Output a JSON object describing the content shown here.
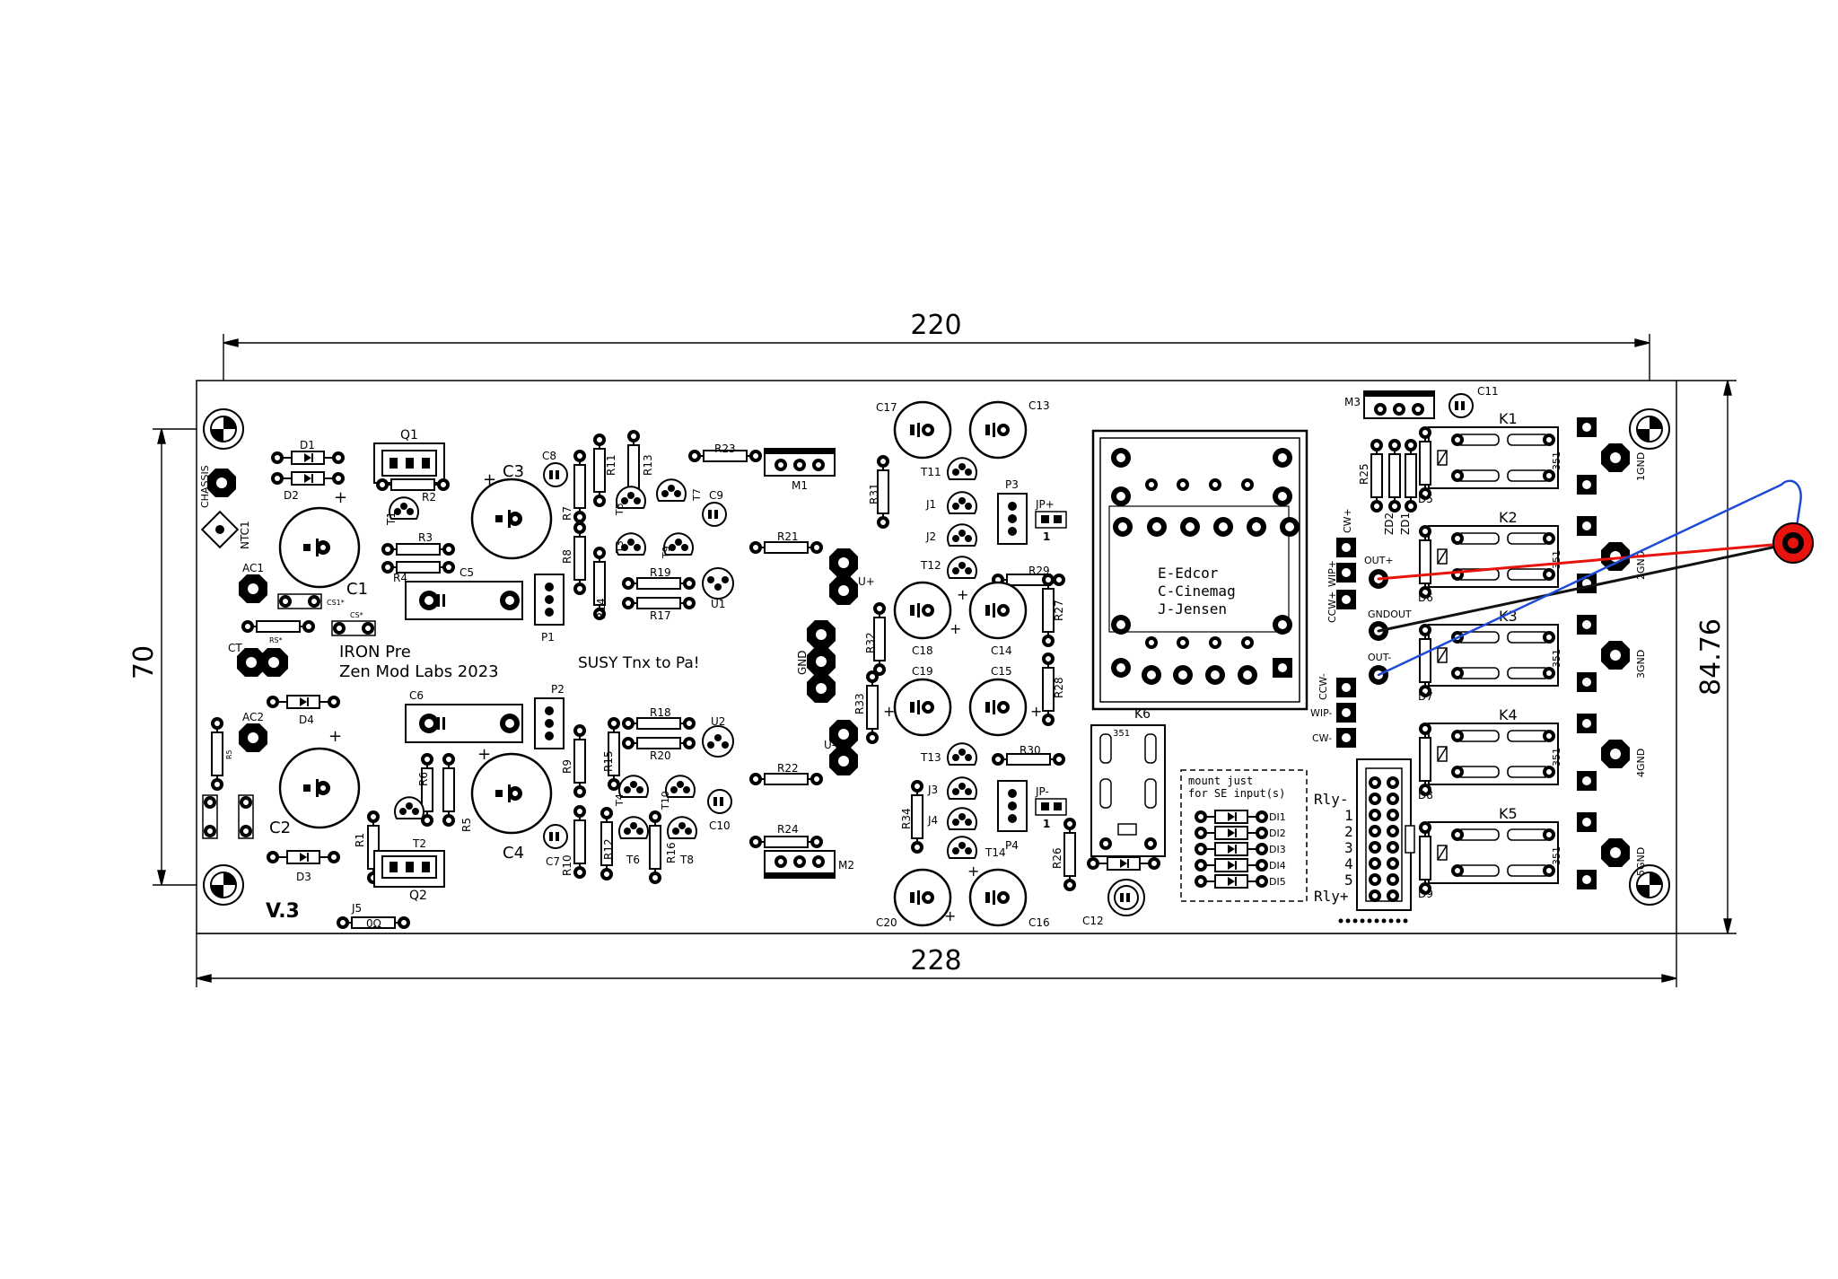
{
  "dimensions": {
    "top_width": "220",
    "bottom_width": "228",
    "left_height": "70",
    "right_height": "84.76"
  },
  "board_text": {
    "title_line1": "IRON Pre",
    "title_line2": "Zen Mod Labs 2023",
    "thanks": "SUSY Tnx to Pa!",
    "version": "V.3",
    "transformer_legend": [
      "E-Edcor",
      "C-Cinemag",
      "J-Jensen"
    ],
    "se_note_line1": "mount just",
    "se_note_line2": "for SE input(s)"
  },
  "labels": {
    "chassis": "CHASSIS",
    "ntc1": "NTC1",
    "ac1": "AC1",
    "ac2": "AC2",
    "ct": "CT",
    "d1": "D1",
    "d2": "D2",
    "d3": "D3",
    "d4": "D4",
    "q1": "Q1",
    "q2": "Q2",
    "t1": "T1",
    "t2": "T2",
    "r1": "R1",
    "r2": "R2",
    "r3": "R3",
    "r4": "R4",
    "r5": "R5",
    "r6": "R6",
    "c1": "C1",
    "c2": "C2",
    "c3": "C3",
    "c4": "C4",
    "c5": "C5",
    "c6": "C6",
    "c7": "C7",
    "c8": "C8",
    "c9": "C9",
    "c10": "C10",
    "c11": "C11",
    "c12": "C12",
    "c13": "C13",
    "c14": "C14",
    "c15": "C15",
    "c16": "C16",
    "c17": "C17",
    "c18": "C18",
    "c19": "C19",
    "c20": "C20",
    "r7": "R7",
    "r8": "R8",
    "r9": "R9",
    "r10": "R10",
    "r11": "R11",
    "r12": "R12",
    "r13": "R13",
    "r14": "R14",
    "r15": "R15",
    "r16": "R16",
    "r17": "R17",
    "r18": "R18",
    "r19": "R19",
    "r20": "R20",
    "r21": "R21",
    "r22": "R22",
    "r23": "R23",
    "r24": "R24",
    "r25": "R25",
    "r26": "R26",
    "r27": "R27",
    "r28": "R28",
    "r29": "R29",
    "r30": "R30",
    "r31": "R31",
    "r32": "R32",
    "r33": "R33",
    "r34": "R34",
    "t3": "T3",
    "t4": "T4",
    "t5": "T5",
    "t6": "T6",
    "t7": "T7",
    "t8": "T8",
    "t9": "T9",
    "t10": "T10",
    "t11": "T11",
    "t12": "T12",
    "t13": "T13",
    "t14": "T14",
    "j1": "J1",
    "j2": "J2",
    "j3": "J3",
    "j4": "J4",
    "j5": "J5",
    "j5_value": "0Ω",
    "u1": "U1",
    "u2": "U2",
    "p1": "P1",
    "p2": "P2",
    "p3": "P3",
    "p4": "P4",
    "m1": "M1",
    "m2": "M2",
    "m3": "M3",
    "jp_plus": "JP+",
    "jp_minus": "JP-",
    "u_plus": "U+",
    "u_minus": "U-",
    "gnd": "GND",
    "k1": "K1",
    "k2": "K2",
    "k3": "K3",
    "k4": "K4",
    "k5": "K5",
    "k6": "K6",
    "d5": "D5",
    "d6": "D6",
    "d7": "D7",
    "d8": "D8",
    "d9": "D9",
    "zd1": "ZD1",
    "zd2": "ZD2",
    "relay_code": "351",
    "cw_plus": "CW+",
    "wip_plus": "WIP+",
    "ccw_plus": "CCW+",
    "ccw_minus": "CCW-",
    "wip_minus": "WIP-",
    "cw_minus": "CW-",
    "out_plus": "OUT+",
    "gndout": "GNDOUT",
    "out_minus": "OUT-",
    "rly_minus": "Rly-",
    "rly_plus": "Rly+",
    "rly_pins": [
      "1",
      "2",
      "3",
      "4",
      "5"
    ],
    "di_labels": [
      "DI1",
      "DI2",
      "DI3",
      "DI4",
      "DI5"
    ],
    "gnd_outputs": [
      "1GND",
      "2GND",
      "3GND",
      "4GND",
      "5GND"
    ],
    "cs1": "CS1*",
    "cs_star": "CS*",
    "rs_star": "RS*"
  },
  "wire_colors": {
    "red": "#e8130c",
    "blue": "#1d4bd8",
    "black": "#111111"
  }
}
